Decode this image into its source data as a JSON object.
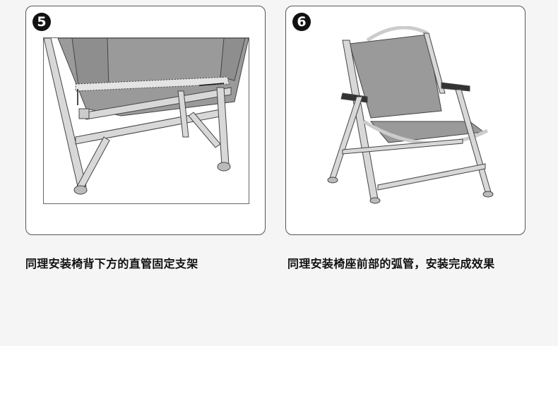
{
  "steps": [
    {
      "number": "5",
      "caption": "同理安装椅背下方的直管固定支架"
    },
    {
      "number": "6",
      "caption": "同理安装椅座前部的弧管，安装完成效果"
    }
  ],
  "colors": {
    "fabric": "#9a9a9a",
    "frame": "#d8d8d8",
    "outline": "#444444"
  }
}
